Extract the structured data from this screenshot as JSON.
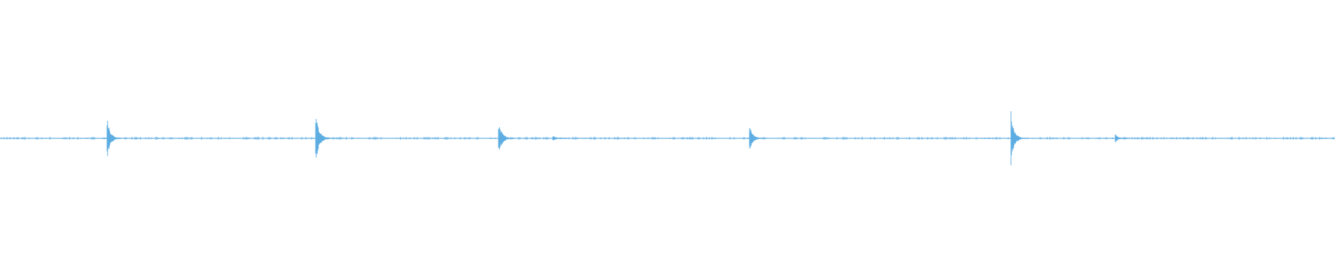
{
  "waveform": {
    "color": "#5dade2",
    "background": "#ffffff",
    "transients": [
      {
        "position": 0.0801,
        "amplitude": 0.83,
        "decay": 0.6
      },
      {
        "position": 0.2365,
        "amplitude": 0.9,
        "decay": 0.7
      },
      {
        "position": 0.3734,
        "amplitude": 0.56,
        "decay": 0.7
      },
      {
        "position": 0.4142,
        "amplitude": 0.1,
        "decay": 0.6
      },
      {
        "position": 0.5617,
        "amplitude": 0.49,
        "decay": 0.6
      },
      {
        "position": 0.7573,
        "amplitude": 1.0,
        "decay": 0.6
      },
      {
        "position": 0.8355,
        "amplitude": 0.18,
        "decay": 0.5
      }
    ]
  }
}
